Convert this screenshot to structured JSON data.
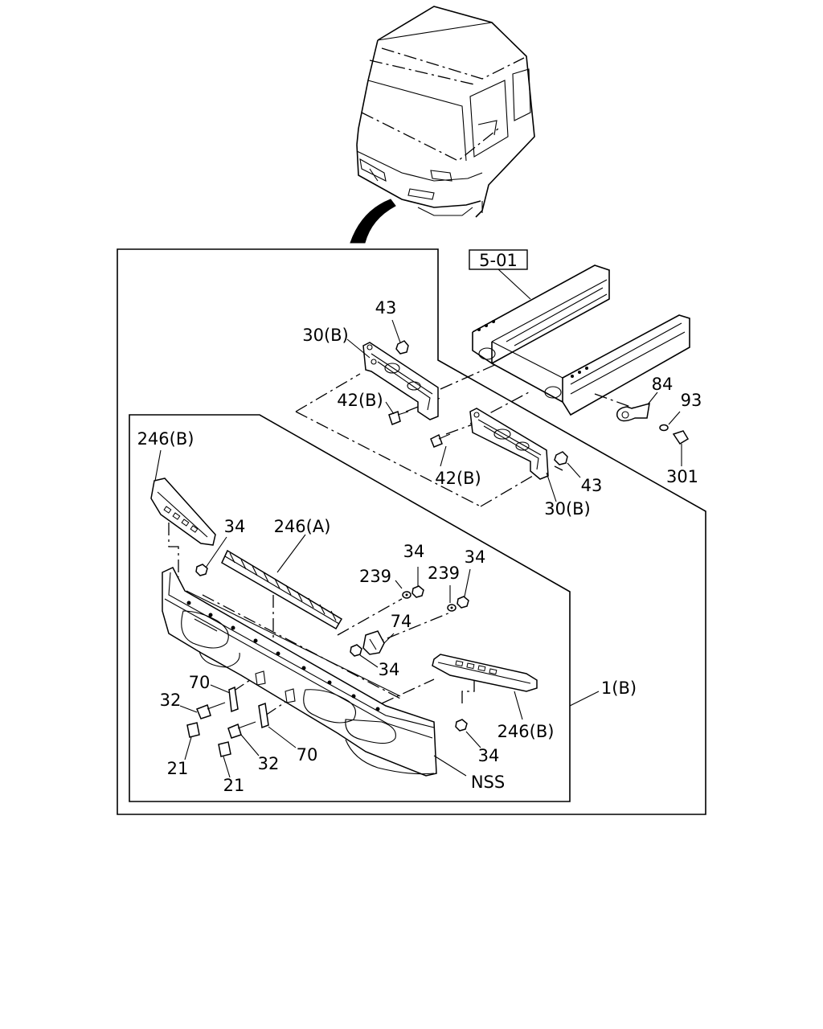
{
  "diagram": {
    "reference_box": "5-01",
    "callouts": {
      "nut_43_upper": "43",
      "bracket_30b_upper": "30(B)",
      "bolt_42b_upper": "42(B)",
      "bolt_42b_lower": "42(B)",
      "nut_43_lower": "43",
      "bracket_30b_lower": "30(B)",
      "hook_84": "84",
      "washer_93": "93",
      "bolt_301": "301",
      "grille_246b_left": "246(B)",
      "nut_34_left": "34",
      "grille_246a": "246(A)",
      "nut_34_mid": "34",
      "washer_239_left": "239",
      "washer_239_right": "239",
      "nut_34_right": "34",
      "clamp_74": "74",
      "nut_34_center": "34",
      "bumper_1b": "1(B)",
      "grille_246b_right": "246(B)",
      "plate_70_upper": "70",
      "bolt_32_upper": "32",
      "plate_70_lower": "70",
      "bolt_32_lower": "32",
      "clip_21_left": "21",
      "clip_21_right": "21",
      "nut_34_bottom": "34",
      "nss_label": "NSS"
    }
  }
}
